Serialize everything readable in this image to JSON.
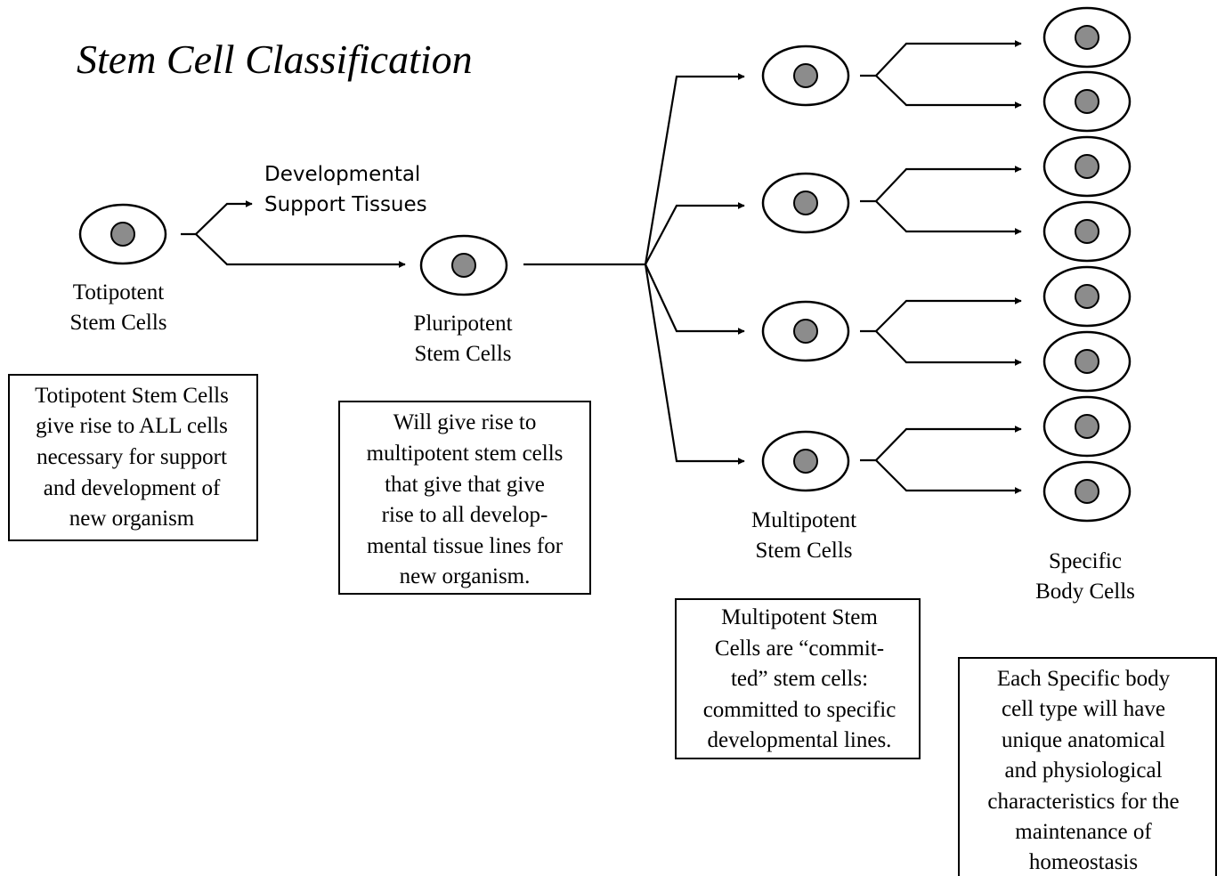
{
  "title": "Stem Cell Classification",
  "labels": {
    "developmental_support": [
      "Developmental",
      "Support Tissues"
    ],
    "totipotent": [
      "Totipotent",
      "Stem Cells"
    ],
    "pluripotent": [
      "Pluripotent",
      "Stem Cells"
    ],
    "multipotent": [
      "Multipotent",
      "Stem Cells"
    ],
    "specific": [
      "Specific",
      "Body Cells"
    ]
  },
  "boxes": {
    "totipotent": [
      "Totipotent Stem Cells",
      "give rise to ALL cells",
      "necessary for support",
      "and development of",
      "new organism"
    ],
    "pluripotent": [
      "Will give rise to",
      "multipotent stem cells",
      "that give that give",
      "rise to all develop-",
      "mental tissue lines for",
      "new organism."
    ],
    "multipotent": [
      "Multipotent Stem",
      "Cells are “commit-",
      "ted” stem cells:",
      "committed to specific",
      "developmental lines."
    ],
    "specific": [
      "Each Specific body",
      "cell type will have",
      "unique anatomical",
      "and physiological",
      "characteristics for the",
      "maintenance of",
      "homeostasis"
    ]
  },
  "colors": {
    "nucleus": "#8c8c8c",
    "stroke": "#000000",
    "background": "#ffffff"
  }
}
